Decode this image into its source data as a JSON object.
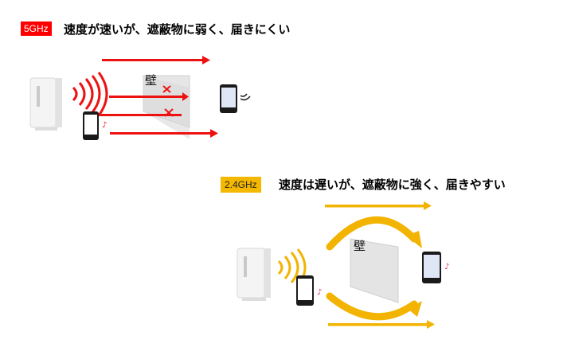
{
  "section_5ghz": {
    "badge": "5GHz",
    "heading": "速度が速いが、遮蔽物に弱く、届きにくい",
    "wall_label": "壁",
    "arrow_color": "#ee1111",
    "block_mark_color": "#ee1111"
  },
  "section_24ghz": {
    "badge": "2.4GHz",
    "heading": "速度は遅いが、遮蔽物に強く、届きやすい",
    "wall_label": "壁",
    "arrow_color": "#f2b400"
  },
  "icons": [
    "router-icon",
    "smartphone-icon",
    "music-note-icon",
    "wifi-wave-icon",
    "block-x-icon"
  ]
}
